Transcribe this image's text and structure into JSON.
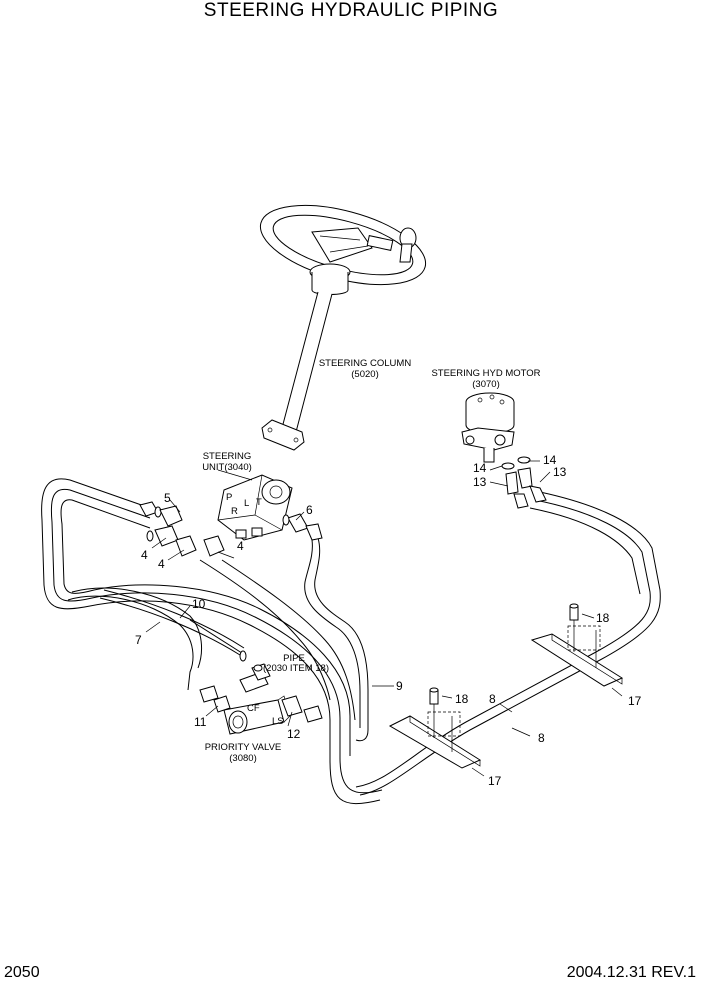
{
  "title": "STEERING HYDRAULIC PIPING",
  "page_number": "2050",
  "revision": "2004.12.31 REV.1",
  "captions": {
    "steering_column": [
      "STEERING COLUMN",
      "(5020)"
    ],
    "steering_motor": [
      "STEERING HYD MOTOR",
      "(3070)"
    ],
    "steering_unit": [
      "STEERING",
      "UNIT(3040)"
    ],
    "pipe": [
      "PIPE",
      "(2030 ITEM 18)"
    ],
    "priority_valve": [
      "PRIORITY VALVE",
      "(3080)"
    ],
    "port_cf": "CF",
    "port_ls": "LS"
  },
  "callouts": {
    "c4a": "4",
    "c4b": "4",
    "c4c": "4",
    "c5": "5",
    "c6": "6",
    "c7": "7",
    "c8a": "8",
    "c8b": "8",
    "c9": "9",
    "c10": "10",
    "c11": "11",
    "c12": "12",
    "c13a": "13",
    "c13b": "13",
    "c14a": "14",
    "c14b": "14",
    "c17a": "17",
    "c17b": "17",
    "c18a": "18",
    "c18b": "18"
  }
}
